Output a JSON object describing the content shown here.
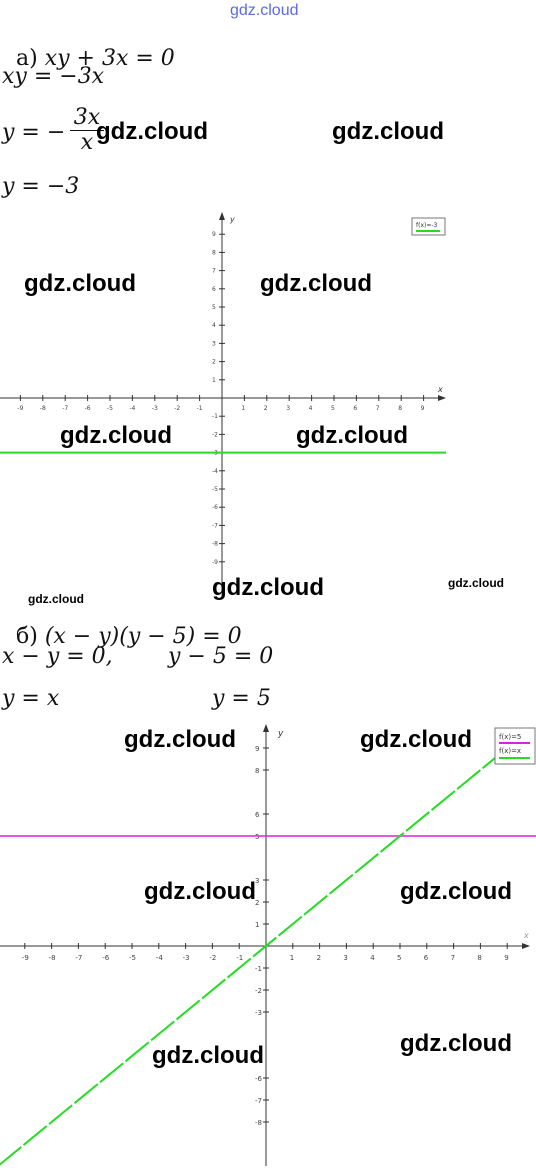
{
  "site_watermark": "gdz.cloud",
  "part_a": {
    "label": "а)",
    "eq1": "xy + 3x = 0",
    "eq2": "xy = −3x",
    "eq3_lhs": "y = −",
    "eq3_num": "3x",
    "eq3_den": "x",
    "eq4": "y = −3",
    "graph": {
      "x_axis_label": "x",
      "y_axis_label": "y",
      "x_ticks": [
        "-9",
        "-8",
        "-7",
        "-6",
        "-5",
        "-4",
        "-3",
        "-2",
        "-1",
        "1",
        "2",
        "3",
        "4",
        "5",
        "6",
        "7",
        "8",
        "9"
      ],
      "y_ticks": [
        "9",
        "8",
        "7",
        "6",
        "5",
        "4",
        "3",
        "2",
        "1",
        "-1",
        "-2",
        "-3",
        "-4",
        "-5",
        "-6",
        "-7",
        "-8",
        "-9"
      ],
      "legend": "f(x)=-3",
      "line_color": "#22dd22"
    }
  },
  "part_b": {
    "label": "б)",
    "eq1": "(x − y)(y − 5) = 0",
    "eq2_left": "x − y = 0,",
    "eq2_right": "y − 5 = 0",
    "eq3_left": "y = x",
    "eq3_right": "y = 5",
    "graph": {
      "x_axis_label": "x",
      "y_axis_label": "y",
      "x_ticks": [
        "-9",
        "-8",
        "-7",
        "-6",
        "-5",
        "-4",
        "-3",
        "-2",
        "-1",
        "1",
        "2",
        "3",
        "4",
        "5",
        "6",
        "7",
        "8",
        "9"
      ],
      "y_ticks": [
        "9",
        "8",
        "6",
        "5",
        "3",
        "2",
        "1",
        "-1",
        "-2",
        "-3",
        "-6",
        "-7",
        "-8"
      ],
      "legend_1": "f(x)=5",
      "legend_2": "f(x)=x",
      "line_y5_color": "#dd22dd",
      "line_yx_color": "#22dd22"
    }
  }
}
